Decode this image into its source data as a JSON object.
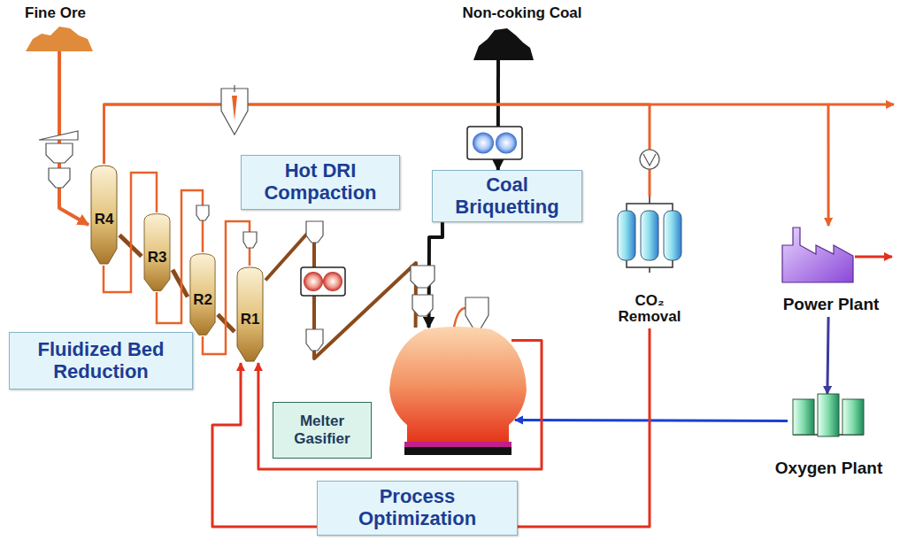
{
  "diagram": {
    "nodes": [
      {
        "text": [
          "Fine Ore"
        ]
      },
      {
        "text": [
          "Non-coking Coal"
        ]
      },
      {
        "text": [
          "R4"
        ]
      },
      {
        "text": [
          "R3"
        ]
      },
      {
        "text": [
          "R2"
        ]
      },
      {
        "text": [
          "R1"
        ]
      },
      {
        "text": [
          "Hot DRI Compaction"
        ]
      },
      {
        "text": [
          "Coal Briquetting"
        ]
      },
      {
        "text": [
          "CO₂ Removal"
        ]
      },
      {
        "text": [
          "Power Plant"
        ]
      },
      {
        "text": [
          "Fluidized Bed Reduction"
        ]
      },
      {
        "text": [
          "Melter Gasifier"
        ]
      },
      {
        "text": [
          "Oxygen Plant"
        ]
      },
      {
        "text": [
          "Process Optimization"
        ]
      }
    ],
    "edges": [
      {
        "from": 0,
        "to": 2,
        "arrow": "to"
      },
      {
        "from": 1,
        "to": 7,
        "arrow": "to"
      },
      {
        "from": 2,
        "to": 3,
        "arrow": "none"
      },
      {
        "from": 3,
        "to": 4,
        "arrow": "none"
      },
      {
        "from": 4,
        "to": 5,
        "arrow": "none"
      },
      {
        "from": 5,
        "to": 11,
        "arrow": "none"
      },
      {
        "from": 7,
        "to": 11,
        "arrow": "to"
      },
      {
        "from": 12,
        "to": 11,
        "arrow": "to"
      },
      {
        "from": 9,
        "to": 12,
        "arrow": "to"
      },
      {
        "from": 11,
        "to": 5,
        "arrow": "to"
      },
      {
        "from": 8,
        "to": 5,
        "arrow": "to"
      },
      {
        "from": 2,
        "to": 8,
        "arrow": "none"
      },
      {
        "from": 2,
        "to": 9,
        "arrow": "to"
      }
    ]
  }
}
